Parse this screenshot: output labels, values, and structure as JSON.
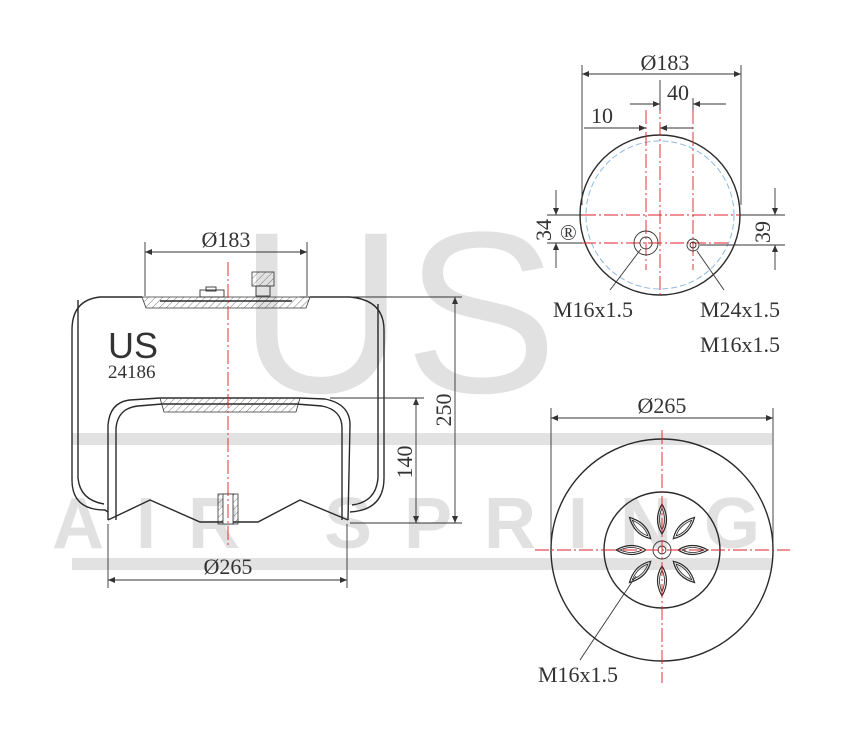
{
  "watermark": {
    "logo_text": "US",
    "tagline": "AIR SPRING",
    "color": "#c9c9c9"
  },
  "side_view": {
    "brand": "US",
    "part_number": "24186",
    "dim_top_diameter": "Ø183",
    "dim_bottom_diameter": "Ø265",
    "dim_overall_height": "250",
    "dim_piston_height": "140"
  },
  "top_view": {
    "dim_diameter": "Ø183",
    "dim_spacing": "40",
    "dim_offset": "10",
    "dim_left_vertical": "34",
    "dim_right_vertical": "39",
    "label_left_stud": "M16x1.5",
    "label_right_stud_1": "M24x1.5",
    "label_right_stud_2": "M16x1.5",
    "registered_mark": "®"
  },
  "bottom_view": {
    "dim_diameter": "Ø265",
    "label_center_thread": "M16x1.5"
  },
  "colors": {
    "outline": "#2a2a2a",
    "centerline": "#e0202a",
    "hidden_circle": "#8fb8e0"
  }
}
